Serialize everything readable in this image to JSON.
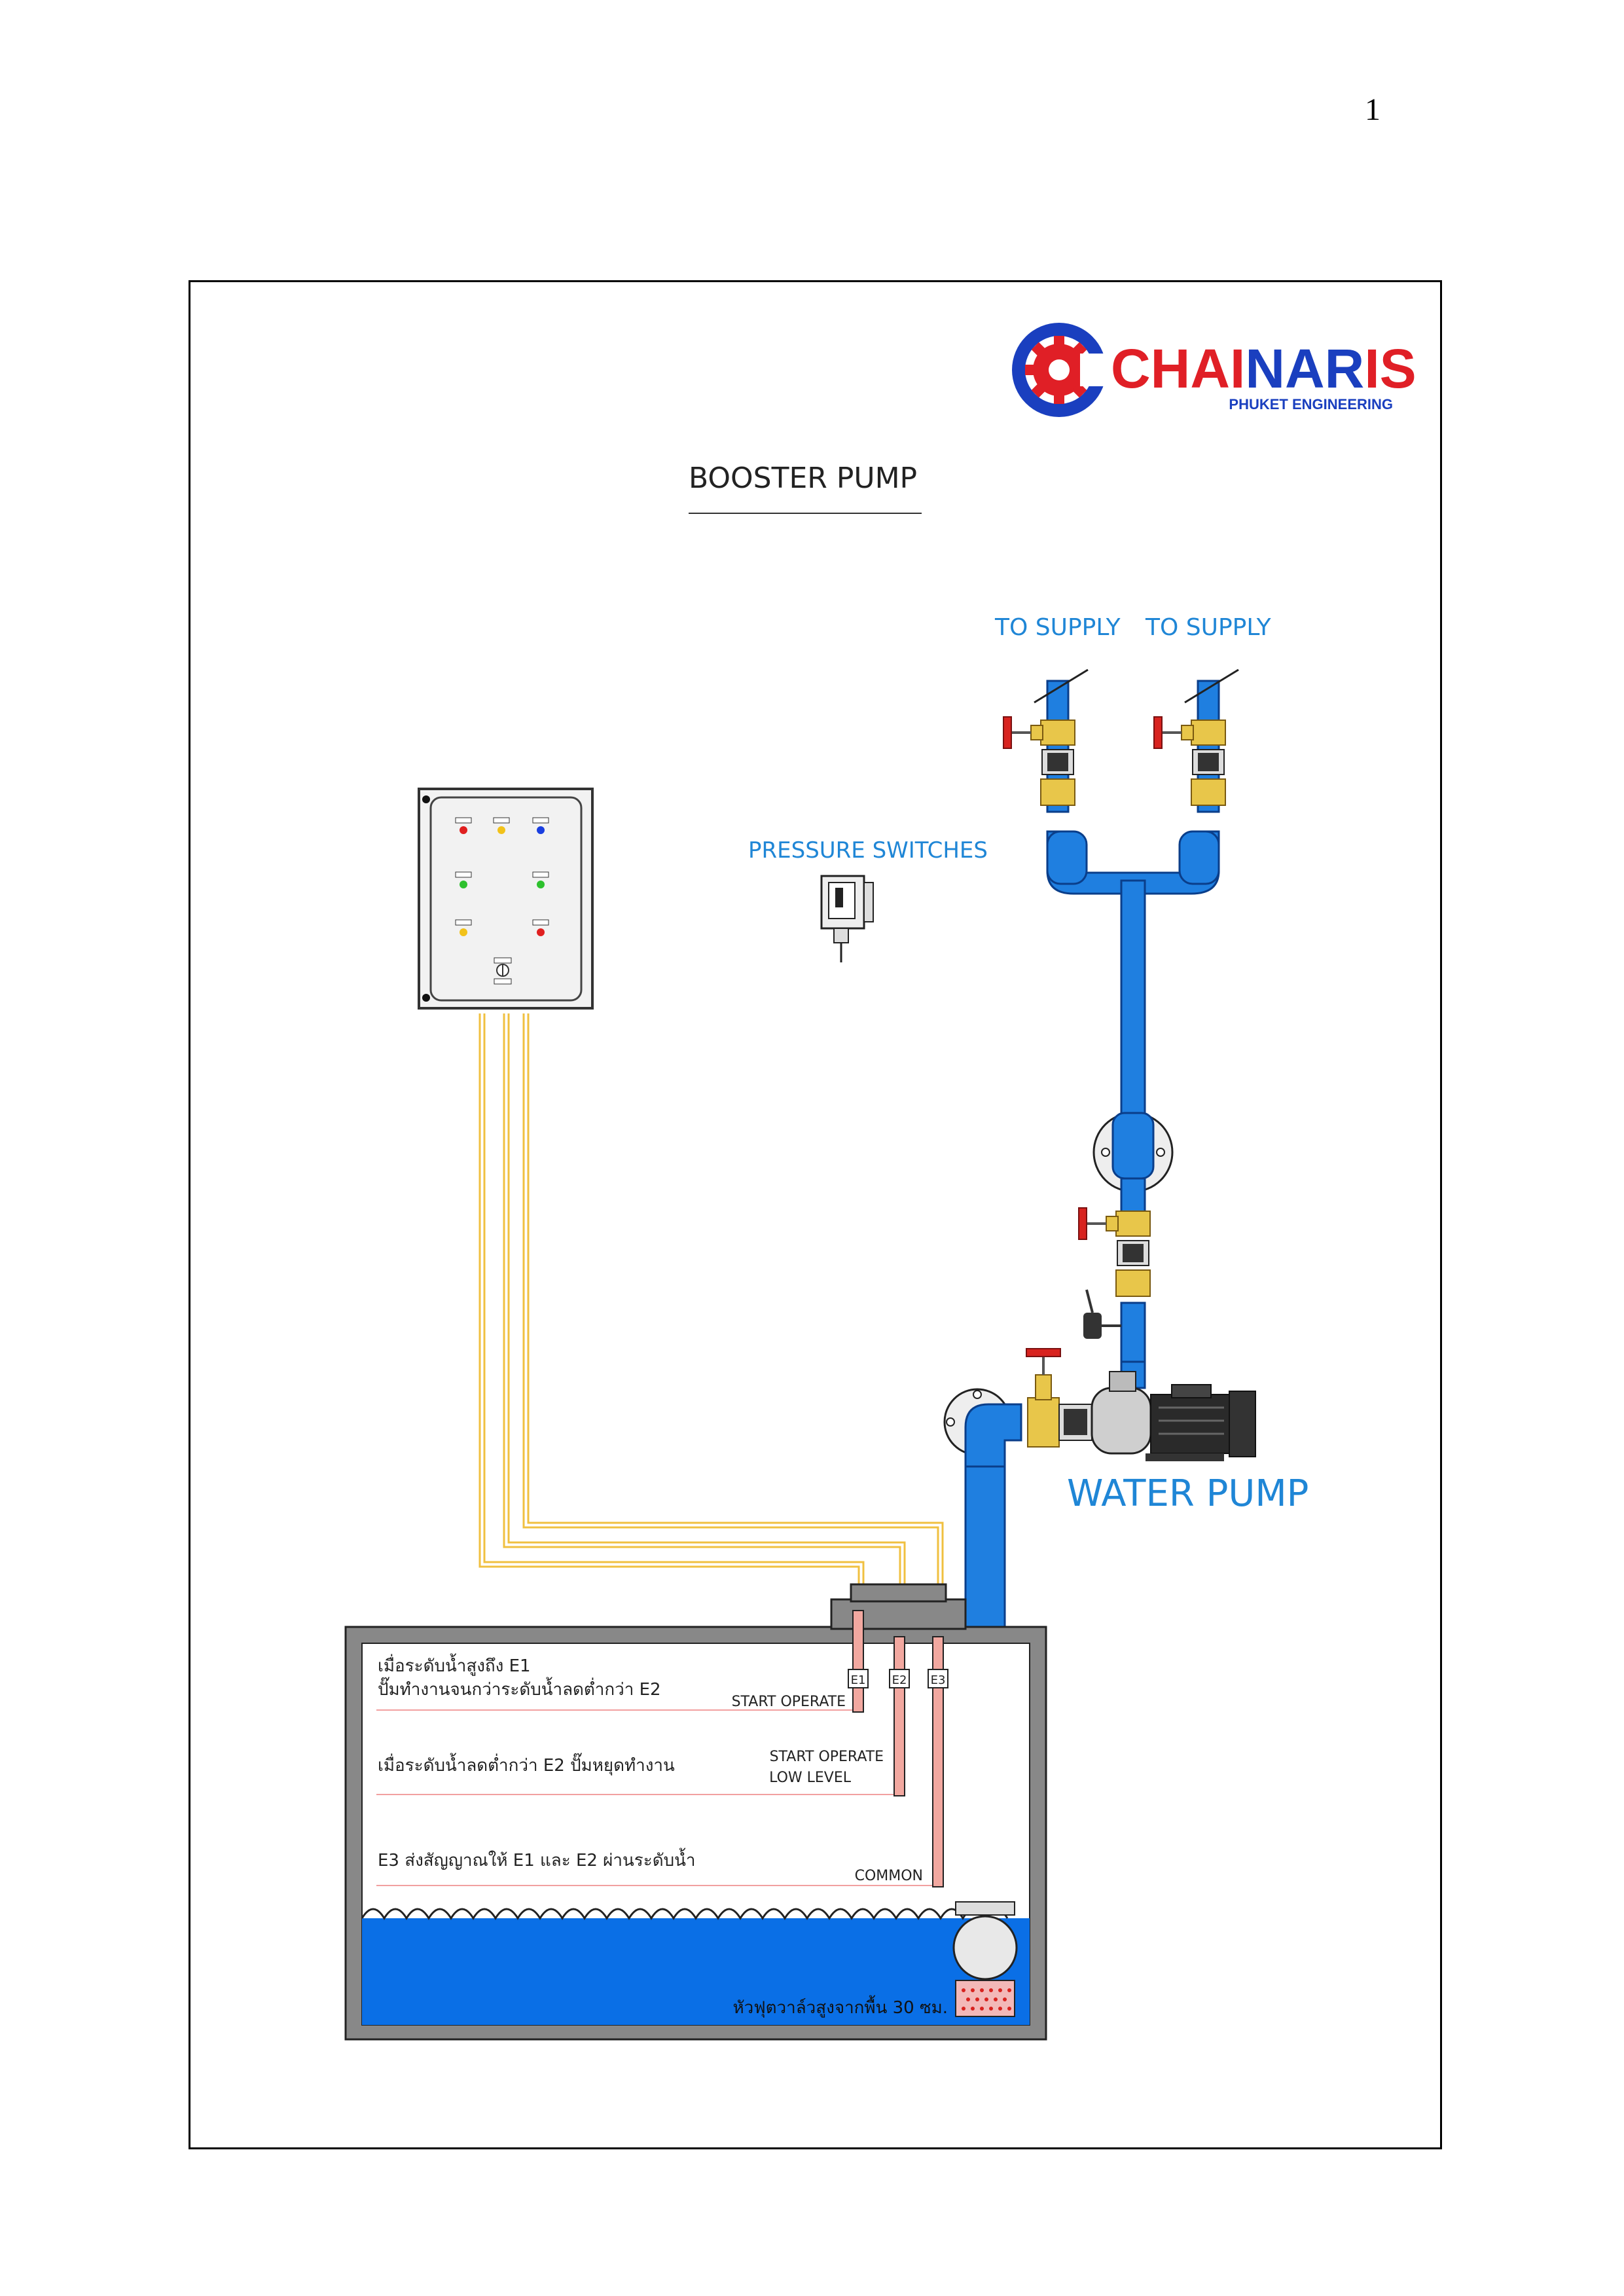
{
  "page": {
    "number": "1"
  },
  "logo": {
    "name": "CHAINARIS",
    "name_part1": "CHAI",
    "name_part2": "NAR",
    "name_part3": "IS",
    "subtitle": "PHUKET ENGINEERING"
  },
  "title": "BOOSTER PUMP",
  "labels": {
    "to_supply_left": "TO SUPPLY",
    "to_supply_right": "TO SUPPLY",
    "pressure_switches": "PRESSURE SWITCHES",
    "water_pump": "WATER PUMP"
  },
  "electrodes": {
    "e1": "E1",
    "e2": "E2",
    "e3": "E3"
  },
  "tank": {
    "note1_line1": "เมื่อระดับน้ำสูงถึง E1",
    "note1_line2": "ปั๊มทำงานจนกว่าระดับน้ำลดต่ำกว่า E2",
    "level1": "START OPERATE",
    "note2": "เมื่อระดับน้ำลดต่ำกว่า E2 ปั๊มหยุดทำงาน",
    "level2_line1": "START OPERATE",
    "level2_line2": "LOW LEVEL",
    "note3": "E3 ส่งสัญญาณให้ E1 และ E2 ผ่านระดับน้ำ",
    "level3": "COMMON",
    "foot_valve": "หัวฟุตวาล์วสูงจากพื้น 30 ซม."
  },
  "colors": {
    "pipe": "#1f7fe0",
    "water": "#0a6fe6",
    "brass": "#e8c64a",
    "valve_red": "#d8231f",
    "wire": "#f0c040",
    "logo_blue": "#1a3fbf",
    "logo_red": "#e01f26",
    "text_blue": "#1f86d6"
  },
  "panel": {
    "lamp_colors": [
      "red",
      "yellow",
      "blue",
      "green",
      "green",
      "yellow",
      "red"
    ]
  }
}
